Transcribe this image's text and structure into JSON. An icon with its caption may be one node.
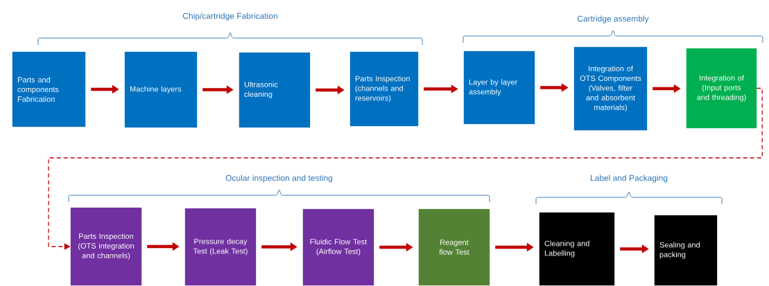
{
  "diagram": {
    "nodes": [
      {
        "text": [
          "Parts and components Fabrication"
        ]
      },
      {
        "text": [
          "Machine layers"
        ]
      },
      {
        "text": [
          "Ultrasonic cleaning"
        ]
      },
      {
        "text": [
          "Parts Inspection (channels and reservoirs)"
        ]
      },
      {
        "text": [
          "Layer by layer assembly"
        ]
      },
      {
        "text": [
          "Integration of OTS Components (Valves, filter and absorbent materials)"
        ]
      },
      {
        "text": [
          "Integration of (Input ports and threading)"
        ]
      },
      {
        "text": [
          "Parts Inspection (OTS integration and channels)"
        ]
      },
      {
        "text": [
          "Pressure decay Test (Leak Test)"
        ]
      },
      {
        "text": [
          "Fluidic Flow Test (Airflow Test)"
        ]
      },
      {
        "text": [
          "Reagent flow Test"
        ]
      },
      {
        "text": [
          "Cleaning and Labelling"
        ]
      },
      {
        "text": [
          "Sealing and packing"
        ]
      }
    ],
    "edges": [
      {
        "from": 0,
        "to": 1,
        "arrow": "to"
      },
      {
        "from": 1,
        "to": 2,
        "arrow": "to"
      },
      {
        "from": 2,
        "to": 3,
        "arrow": "to"
      },
      {
        "from": 3,
        "to": 4,
        "arrow": "to"
      },
      {
        "from": 4,
        "to": 5,
        "arrow": "to"
      },
      {
        "from": 5,
        "to": 6,
        "arrow": "to"
      },
      {
        "from": 6,
        "to": 7,
        "arrow": "to",
        "style": "dashed"
      },
      {
        "from": 7,
        "to": 8,
        "arrow": "to"
      },
      {
        "from": 8,
        "to": 9,
        "arrow": "to"
      },
      {
        "from": 9,
        "to": 10,
        "arrow": "to"
      },
      {
        "from": 10,
        "to": 11,
        "arrow": "to"
      },
      {
        "from": 11,
        "to": 12,
        "arrow": "to"
      }
    ],
    "labels": [
      "Chip/cartridge Fabrication",
      "Cartridge assembly",
      "Ocular inspection and testing",
      "Label and Packaging"
    ]
  }
}
